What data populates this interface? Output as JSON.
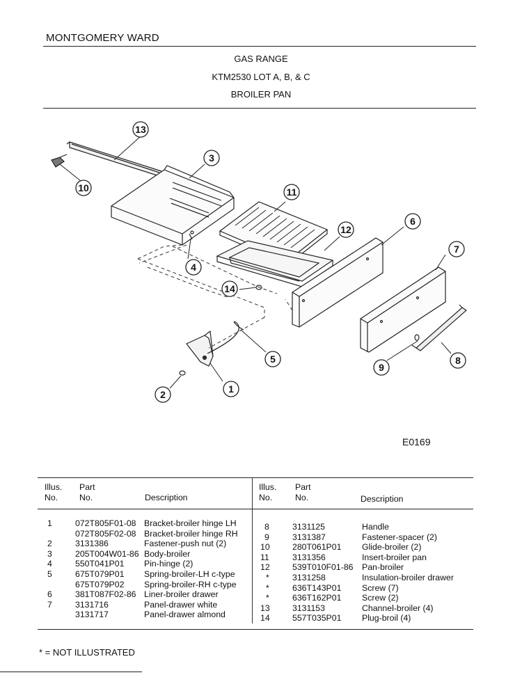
{
  "header": {
    "brand": "MONTGOMERY WARD",
    "title_lines": [
      "GAS RANGE",
      "KTM2530 LOT A, B, & C",
      "BROILER PAN"
    ]
  },
  "diagram": {
    "code": "E0169",
    "callouts": [
      "1",
      "2",
      "3",
      "4",
      "5",
      "6",
      "7",
      "8",
      "9",
      "10",
      "11",
      "12",
      "13",
      "14"
    ]
  },
  "table": {
    "headers": {
      "illus_no": [
        "Illus.",
        "No."
      ],
      "part_no": [
        "Part",
        "No."
      ],
      "description": "Description"
    },
    "left_rows": [
      {
        "illus": "1",
        "part": "072T805F01-08",
        "desc": "Bracket-broiler hinge LH"
      },
      {
        "illus": "",
        "part": "072T805F02-08",
        "desc": "Bracket-broiler hinge RH"
      },
      {
        "illus": "2",
        "part": "3131386",
        "desc": "Fastener-push nut (2)"
      },
      {
        "illus": "3",
        "part": "205T004W01-86",
        "desc": "Body-broiler"
      },
      {
        "illus": "4",
        "part": "550T041P01",
        "desc": "Pin-hinge (2)"
      },
      {
        "illus": "5",
        "part": "675T079P01",
        "desc": "Spring-broiler-LH c-type"
      },
      {
        "illus": "",
        "part": "675T079P02",
        "desc": "Spring-broiler-RH c-type"
      },
      {
        "illus": "6",
        "part": "381T087F02-86",
        "desc": "Liner-broiler drawer"
      },
      {
        "illus": "7",
        "part": "3131716",
        "desc": "Panel-drawer white"
      },
      {
        "illus": "",
        "part": "3131717",
        "desc": "Panel-drawer almond"
      }
    ],
    "right_rows": [
      {
        "illus": "8",
        "part": "3131125",
        "desc": "Handle"
      },
      {
        "illus": "9",
        "part": "3131387",
        "desc": "Fastener-spacer (2)"
      },
      {
        "illus": "10",
        "part": "280T061P01",
        "desc": "Glide-broiler (2)"
      },
      {
        "illus": "11",
        "part": "3131356",
        "desc": "Insert-broiler pan"
      },
      {
        "illus": "12",
        "part": "539T010F01-86",
        "desc": "Pan-broiler"
      },
      {
        "illus": "*",
        "part": "3131258",
        "desc": "Insulation-broiler drawer"
      },
      {
        "illus": "*",
        "part": "636T143P01",
        "desc": "Screw (7)"
      },
      {
        "illus": "*",
        "part": "636T162P01",
        "desc": "Screw (2)"
      },
      {
        "illus": "13",
        "part": "3131153",
        "desc": "Channel-broiler (4)"
      },
      {
        "illus": "14",
        "part": "557T035P01",
        "desc": "Plug-broil (4)"
      }
    ]
  },
  "footnote": "* = NOT ILLUSTRATED"
}
